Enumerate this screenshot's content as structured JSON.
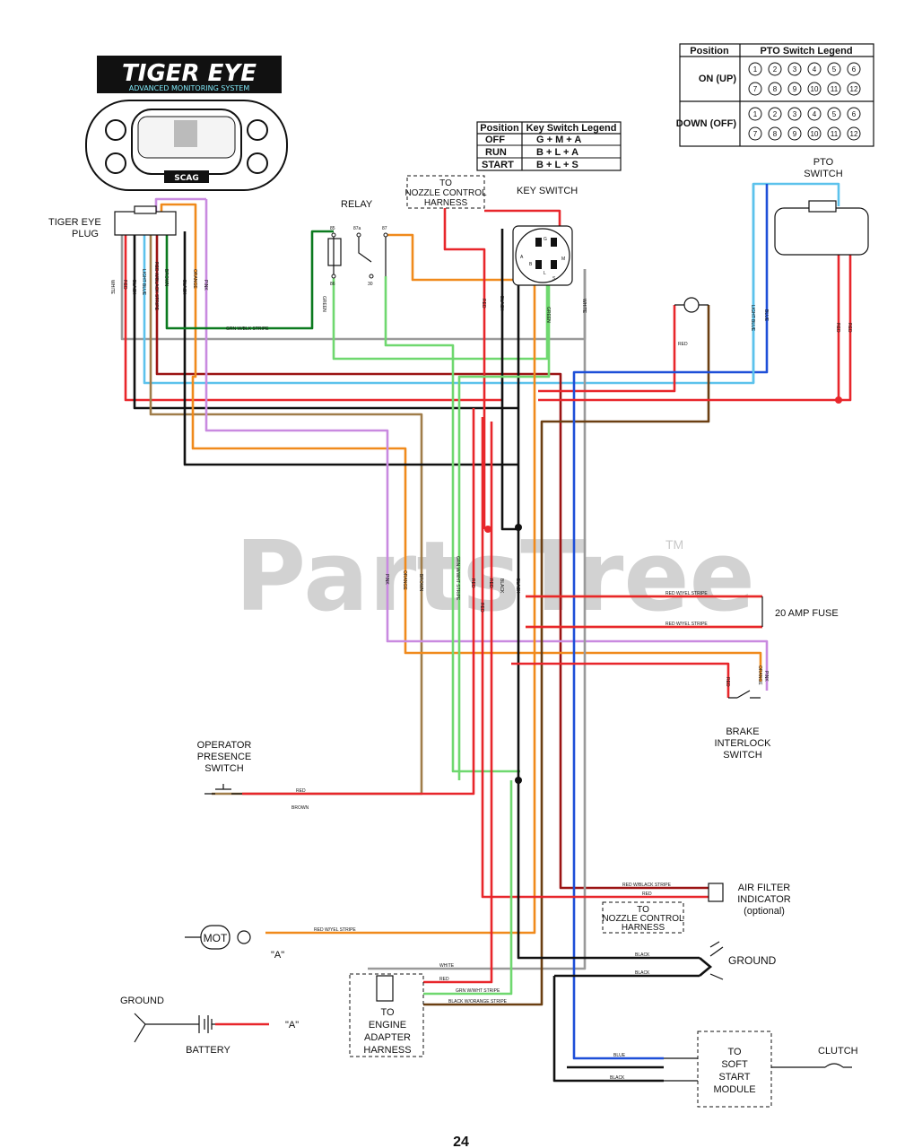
{
  "brand": {
    "logo_text": "TIGER EYE",
    "logo_subtext": "ADVANCED MONITORING SYSTEM",
    "display_badge": "SCAG"
  },
  "watermark": {
    "text": "PartsTree",
    "tm": "TM"
  },
  "pto_legend": {
    "headers": [
      "Position",
      "PTO Switch Legend"
    ],
    "rows": [
      {
        "position": "ON (UP)",
        "pins_top": [
          "1",
          "2",
          "3",
          "4",
          "5",
          "6"
        ],
        "pins_bottom": [
          "7",
          "8",
          "9",
          "10",
          "11",
          "12"
        ]
      },
      {
        "position": "DOWN (OFF)",
        "pins_top": [
          "1",
          "2",
          "3",
          "4",
          "5",
          "6"
        ],
        "pins_bottom": [
          "7",
          "8",
          "9",
          "10",
          "11",
          "12"
        ]
      }
    ]
  },
  "key_legend": {
    "headers": [
      "Position",
      "Key Switch Legend"
    ],
    "rows": [
      {
        "position": "OFF",
        "value": "G + M + A"
      },
      {
        "position": "RUN",
        "value": "B + L + A"
      },
      {
        "position": "START",
        "value": "B + L + S"
      }
    ]
  },
  "labels": {
    "tiger_eye_plug": [
      "TIGER EYE",
      "PLUG"
    ],
    "relay": "RELAY",
    "nozzle_top": [
      "TO",
      "NOZZLE CONTROL",
      "HARNESS"
    ],
    "key_switch": "KEY SWITCH",
    "pto_switch": [
      "PTO",
      "SWITCH"
    ],
    "fuse": "20 AMP FUSE",
    "brake": [
      "BRAKE",
      "INTERLOCK",
      "SWITCH"
    ],
    "operator": [
      "OPERATOR",
      "PRESENCE",
      "SWITCH"
    ],
    "air_filter": [
      "AIR FILTER",
      "INDICATOR",
      "(optional)"
    ],
    "nozzle_bottom": [
      "TO",
      "NOZZLE CONTROL",
      "HARNESS"
    ],
    "ground_right": "GROUND",
    "mot": "MOT",
    "a_ref": "\"A\"",
    "ground_left": "GROUND",
    "battery": "BATTERY",
    "battery_a": "\"A\"",
    "engine": [
      "TO",
      "ENGINE",
      "ADAPTER",
      "HARNESS"
    ],
    "soft_start": [
      "TO",
      "SOFT",
      "START",
      "MODULE"
    ],
    "clutch": "CLUTCH",
    "page_number": "24"
  },
  "relay_pins": [
    "85",
    "87a",
    "87",
    "86",
    "30"
  ],
  "key_pins": [
    "G",
    "A",
    "B",
    "L",
    "S",
    "M"
  ],
  "plug_wires": [
    "WHITE",
    "RED",
    "BLACK",
    "LIGHT BLUE",
    "RED W/BLACK STRIPE",
    "BROWN",
    "ORANGE",
    "BLACK",
    "PINK"
  ],
  "wire_labels": {
    "grn_blk": "GRN W/BLK STRIPE",
    "green_relay": "GREEN",
    "red_key": "RED",
    "black_key": "BLACK",
    "green_key": "GREEN",
    "white_key": "WHITE",
    "red_meter": "RED",
    "light_blue": "LIGHT BLUE",
    "blue": "BLUE",
    "red_pto_a": "RED",
    "red_pto_b": "RED",
    "pink_mid": "PINK",
    "orange_mid": "ORANGE",
    "brown_mid": "BROWN",
    "grn_wht": "GRN W/WHT STRIPE",
    "red_mid_a": "RED",
    "red_mid_b": "RED",
    "red_mid_c": "RED",
    "black_mid_a": "BLACK",
    "black_mid_b": "BLACK",
    "red_yel_1": "RED W/YEL STRIPE",
    "red_yel_2": "RED W/YEL STRIPE",
    "brake_red": "RED",
    "brake_orange": "ORANGE",
    "brake_pink": "PINK",
    "op_red": "RED",
    "op_brown": "BROWN",
    "red_blk_air": "RED W/BLACK STRIPE",
    "red_air": "RED",
    "black_gnd_1": "BLACK",
    "black_gnd_2": "BLACK",
    "red_yel_mot": "RED W/YEL STRIPE",
    "eng_white": "WHITE",
    "eng_red": "RED",
    "eng_grn": "GRN W/WHT STRIPE",
    "eng_blk_org": "BLACK W/ORANGE STRIPE",
    "ss_blue": "BLUE",
    "ss_black": "BLACK"
  },
  "colors": {
    "red": "#e8262b",
    "dark_red": "#9b1313",
    "black": "#111111",
    "green": "#11a34a",
    "dark_green": "#0b7a1f",
    "light_green": "#6fd86f",
    "orange": "#f08a1c",
    "brown": "#a07d4a",
    "dark_brown": "#6b3f12",
    "light_blue": "#5cc2ec",
    "blue": "#1e4fd8",
    "pink": "#c98ae0",
    "white_wire": "#9a9a9a"
  }
}
